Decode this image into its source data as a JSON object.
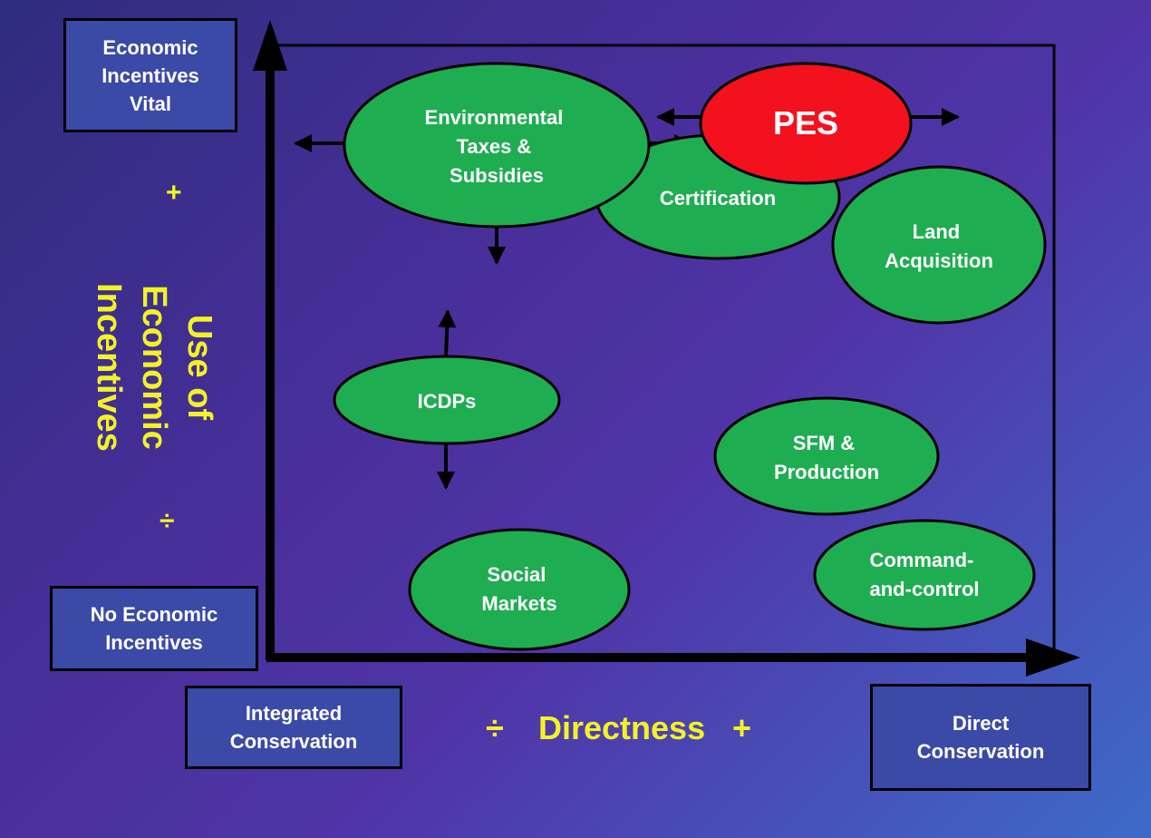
{
  "y_axis": {
    "top_label": "Economic\nIncentives\nVital",
    "plus": "+",
    "title": "Use of\nEconomic\nIncentives",
    "minus": "÷",
    "bottom_label": "No Economic\nIncentives"
  },
  "x_axis": {
    "left_label": "Integrated\nConservation",
    "minus": "÷",
    "title": "Directness",
    "plus": "+",
    "right_label": "Direct\nConservation"
  },
  "nodes": {
    "env_taxes": [
      "Environmental",
      "Taxes &",
      "Subsidies"
    ],
    "certification": [
      "Certification"
    ],
    "pes": [
      "PES"
    ],
    "land_acquisition": [
      "Land",
      "Acquisition"
    ],
    "icdps": [
      "ICDPs"
    ],
    "sfm": [
      "SFM &",
      "Production"
    ],
    "social_markets": [
      "Social",
      "Markets"
    ],
    "command_control": [
      "Command-",
      "and-control"
    ]
  },
  "colors": {
    "ellipse_fill": "#1fad52",
    "highlight_fill": "#f2111d",
    "label_yellow": "#f4f224",
    "box_fill": "#3b4aa6"
  }
}
